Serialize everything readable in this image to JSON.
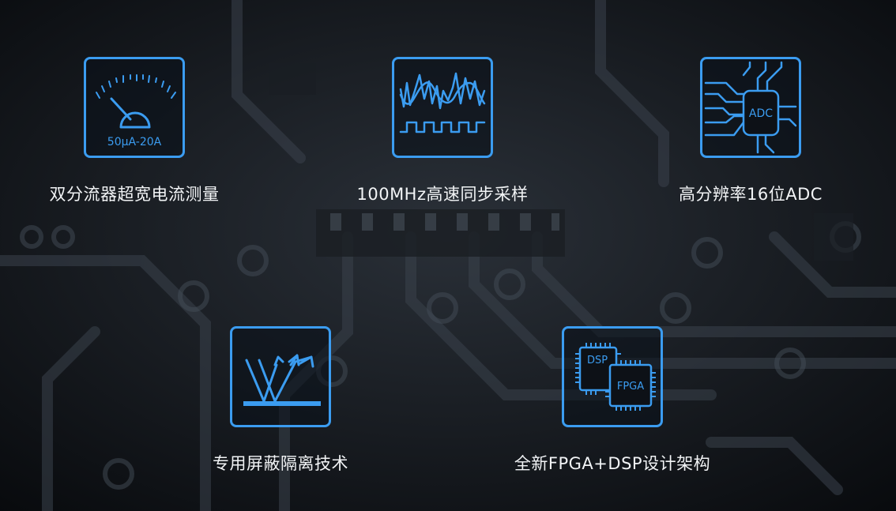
{
  "features": [
    {
      "icon": "ammeter-gauge-icon",
      "gauge_label": "50μA-20A",
      "caption": "双分流器超宽电流测量"
    },
    {
      "icon": "waveform-sampling-icon",
      "caption": "100MHz高速同步采样"
    },
    {
      "icon": "adc-chip-icon",
      "chip_label": "ADC",
      "caption": "高分辨率16位ADC"
    },
    {
      "icon": "shielding-reflection-icon",
      "caption": "专用屏蔽隔离技术"
    },
    {
      "icon": "fpga-dsp-chips-icon",
      "chip1_label": "DSP",
      "chip2_label": "FPGA",
      "caption": "全新FPGA+DSP设计架构"
    }
  ],
  "colors": {
    "accent": "#3b9cf0",
    "background": "#0d1117",
    "text": "#f2f4f6"
  }
}
